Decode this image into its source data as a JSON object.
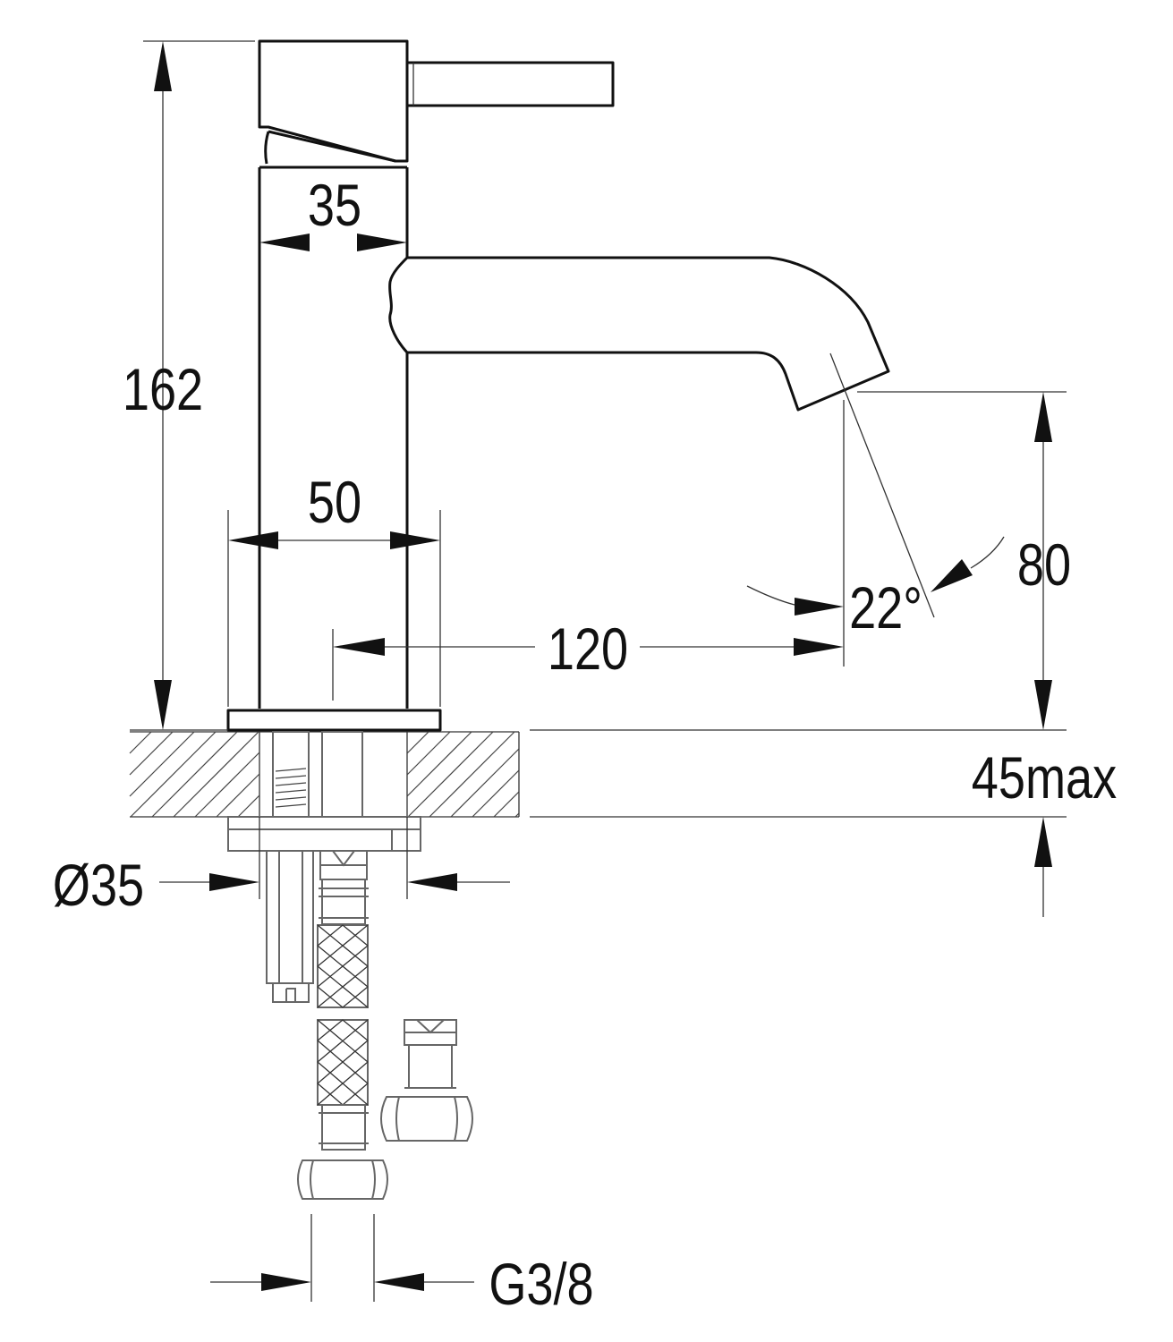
{
  "drawing": {
    "dimensions": {
      "total_height": "162",
      "body_width": "35",
      "base_width": "50",
      "spout_reach": "120",
      "spout_height": "80",
      "spout_angle": "22°",
      "deck_thickness": "45max",
      "hole_diameter": "Ø35",
      "thread": "G3/8"
    },
    "colors": {
      "line": "#111111",
      "background": "#ffffff"
    }
  }
}
